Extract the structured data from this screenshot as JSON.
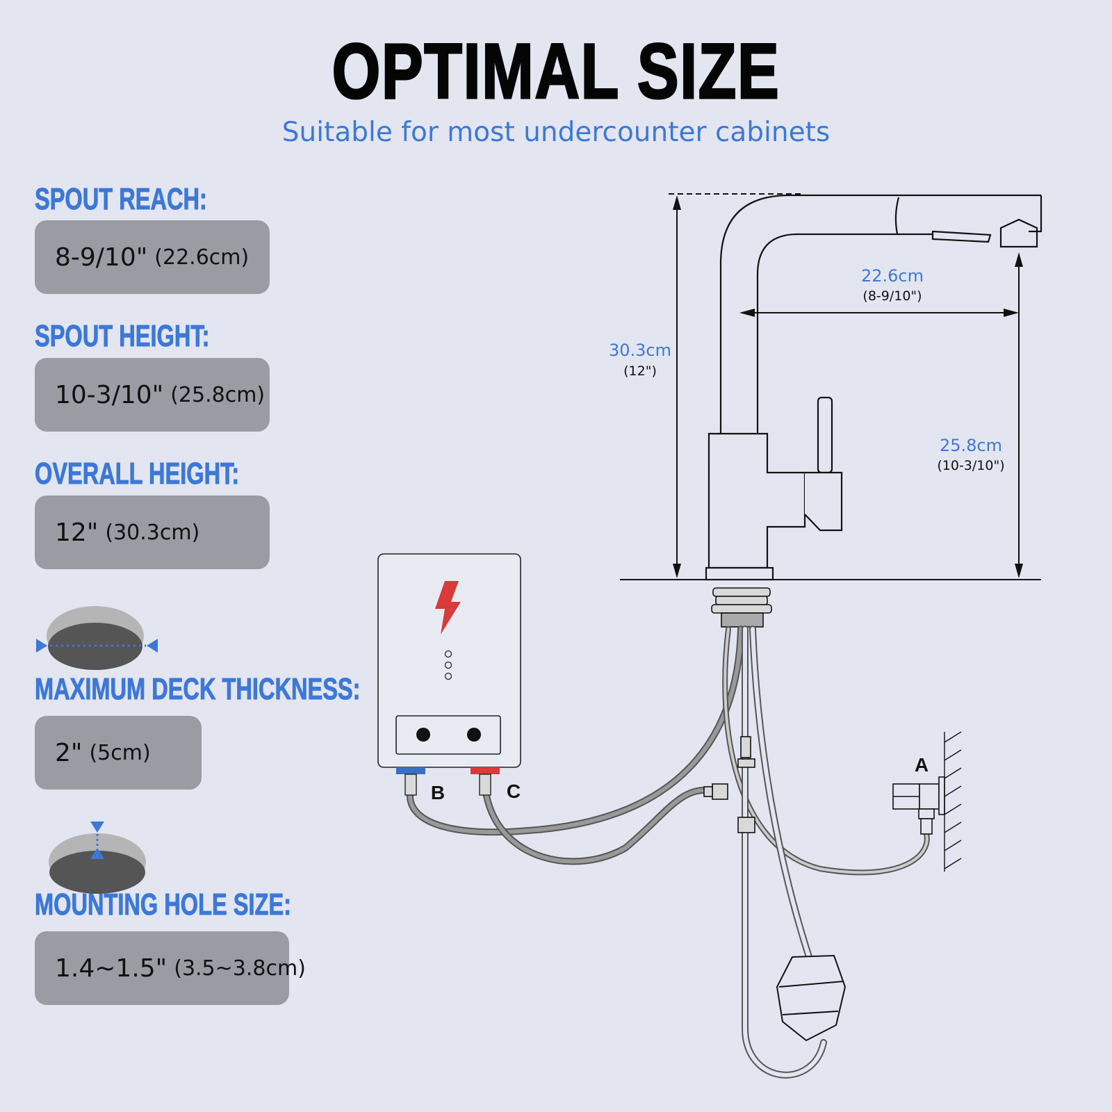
{
  "header": {
    "title": "OPTIMAL SIZE",
    "subtitle": "Suitable for most undercounter cabinets"
  },
  "specs": [
    {
      "label": "SPOUT REACH:",
      "imperial": "8-9/10\"",
      "metric": "(22.6cm)"
    },
    {
      "label": "SPOUT HEIGHT:",
      "imperial": "10-3/10\"",
      "metric": "(25.8cm)"
    },
    {
      "label": "OVERALL HEIGHT:",
      "imperial": "12\"",
      "metric": "(30.3cm)"
    },
    {
      "label": "MAXIMUM DECK THICKNESS:",
      "imperial": "2\"",
      "metric": "(5cm)"
    },
    {
      "label": "MOUNTING HOLE SIZE:",
      "imperial": "1.4~1.5\"",
      "metric": "(3.5~3.8cm)"
    }
  ],
  "diagram": {
    "overall_height": {
      "metric": "30.3cm",
      "imperial": "(12\")"
    },
    "spout_reach": {
      "metric": "22.6cm",
      "imperial": "(8-9/10\")"
    },
    "spout_height": {
      "metric": "25.8cm",
      "imperial": "(10-3/10\")"
    },
    "connections": {
      "a": "A",
      "b": "B",
      "c": "C"
    }
  },
  "colors": {
    "accent": "#3d78d8",
    "background": "#e3e6f1",
    "box": "#9a9ba3",
    "hot": "#d93a3a",
    "cold": "#3a6fc4"
  }
}
